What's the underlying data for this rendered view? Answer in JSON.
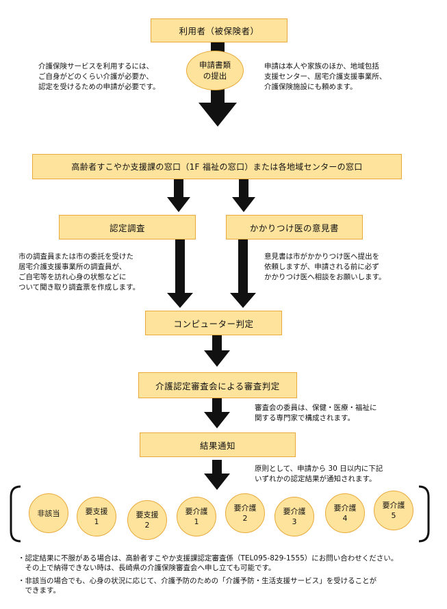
{
  "boxes": {
    "applicant": "利用者（被保険者）",
    "counter": "高齢者すこやか支援課の窓口（1F 福祉の窓口）または各地域センターの窓口",
    "survey": "認定調査",
    "doctor": "かかりつけ医の意見書",
    "computer": "コンピューター判定",
    "committee": "介護認定審査会による審査判定",
    "result": "結果通知"
  },
  "oval_label": "申請書類\nの提出",
  "notes": {
    "left_top": "介護保険サービスを利用するには、\nご自身がどのくらい介護が必要か、\n認定を受けるための申請が必要です。",
    "right_top": "申請は本人や家族のほか、地域包括\n支援センター、居宅介護支援事業所、\n介護保険施設にも頼めます。",
    "survey": "市の調査員または市の委託を受けた\n居宅介護支援事業所の調査員が、\nご自宅等を訪れ心身の状態などに\nついて聞き取り調査票を作成します。",
    "doctor": "意見書は市がかかりつけ医へ提出を\n依頼しますが、申請される前に必ず\nかかりつけ医へ相談をお願いします。",
    "committee": "審査会の委員は、保健・医療・福祉に\n関する専門家で構成されます。",
    "result": "原則として、申請から 30 日以内に下記\nいずれかの認定結果が通知されます。"
  },
  "outcomes": [
    {
      "line1": "非該当",
      "line2": ""
    },
    {
      "line1": "要支援",
      "line2": "1"
    },
    {
      "line1": "要支援",
      "line2": "2"
    },
    {
      "line1": "要介護",
      "line2": "1"
    },
    {
      "line1": "要介護",
      "line2": "2"
    },
    {
      "line1": "要介護",
      "line2": "3"
    },
    {
      "line1": "要介護",
      "line2": "4"
    },
    {
      "line1": "要介護",
      "line2": "5"
    }
  ],
  "footnotes": [
    "・認定結果に不服がある場合は、高齢者すこやか支援課認定審査係（TEL095-829-1555）にお問い合わせください。\n　その上で納得できない時は、長崎県の介護保険審査会へ申し立ても可能です。",
    "・非該当の場合でも、心身の状況に応じて、介護予防のための「介護予防・生活支援サービス」を受けることが\n　できます。"
  ]
}
